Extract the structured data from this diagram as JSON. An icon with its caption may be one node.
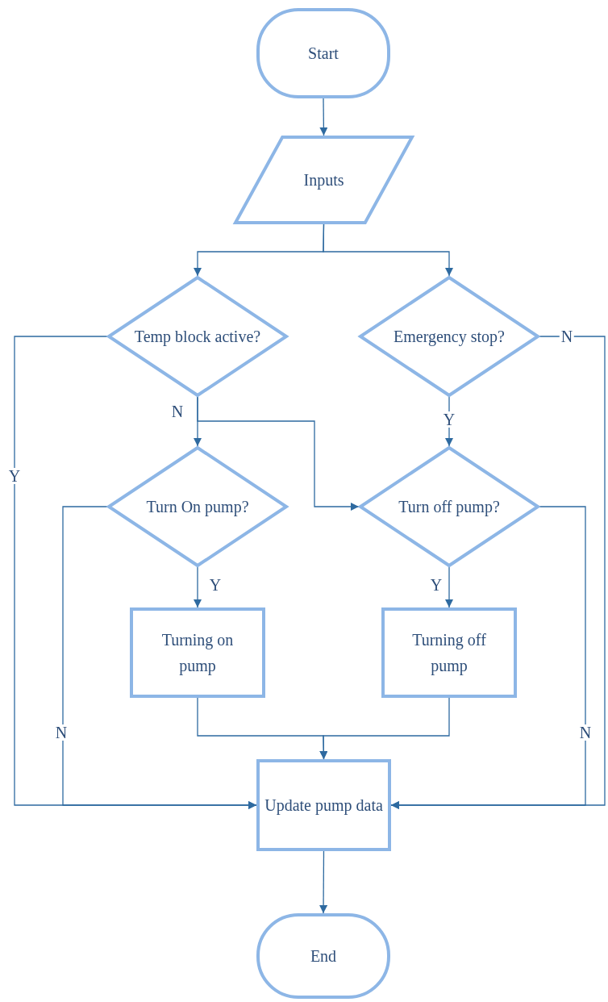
{
  "diagram": {
    "nodes": [
      {
        "text": [
          "Start"
        ]
      },
      {
        "text": [
          "Inputs"
        ]
      },
      {
        "text": [
          "Temp block active?"
        ]
      },
      {
        "text": [
          "Emergency stop?"
        ]
      },
      {
        "text": [
          "Turn On pump?"
        ]
      },
      {
        "text": [
          "Turn off pump?"
        ]
      },
      {
        "text": [
          "Turning on pump"
        ]
      },
      {
        "text": [
          "Turning off pump"
        ]
      },
      {
        "text": [
          "Update pump data"
        ]
      },
      {
        "text": [
          "End"
        ]
      }
    ],
    "edges": [
      {
        "from": 0,
        "to": 1,
        "arrow": "to"
      },
      {
        "from": 1,
        "to": 2,
        "arrow": "to"
      },
      {
        "from": 1,
        "to": 3,
        "arrow": "to"
      },
      {
        "from": 2,
        "to": 8,
        "arrow": "to",
        "label": "Y"
      },
      {
        "from": 2,
        "to": 4,
        "arrow": "to",
        "label": "N"
      },
      {
        "from": 2,
        "to": 5,
        "arrow": "to"
      },
      {
        "from": 3,
        "to": 8,
        "arrow": "to",
        "label": "N"
      },
      {
        "from": 3,
        "to": 5,
        "arrow": "to",
        "label": "Y"
      },
      {
        "from": 4,
        "to": 8,
        "arrow": "to",
        "label": "N"
      },
      {
        "from": 4,
        "to": 6,
        "arrow": "to",
        "label": "Y"
      },
      {
        "from": 5,
        "to": 8,
        "arrow": "to",
        "label": "N"
      },
      {
        "from": 5,
        "to": 7,
        "arrow": "to",
        "label": "Y"
      },
      {
        "from": 6,
        "to": 8,
        "arrow": "to"
      },
      {
        "from": 7,
        "to": 8,
        "arrow": "to"
      },
      {
        "from": 8,
        "to": 9,
        "arrow": "to"
      }
    ]
  }
}
